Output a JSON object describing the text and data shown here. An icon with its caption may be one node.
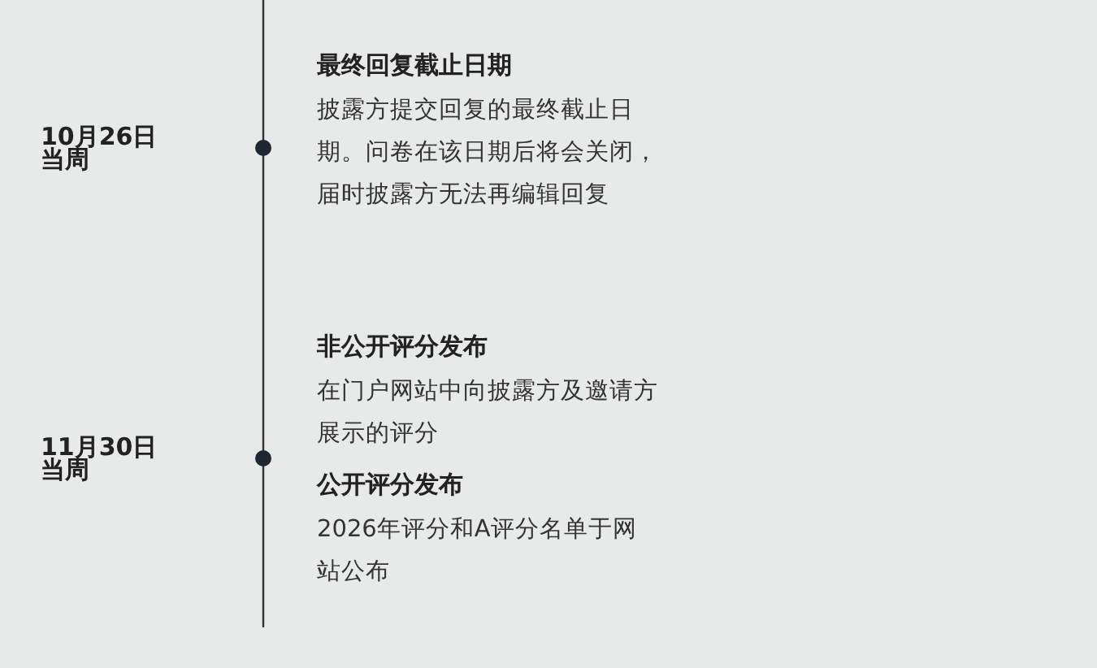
{
  "diagram": {
    "nodes": [
      {
        "text": [
          "最终回复截止日期",
          "披露方提交回复的最终截止日期。问卷在该日期后将会关闭，届时披露方无法再编辑回复"
        ]
      },
      {
        "text": [
          "非公开评分发布",
          "在门户网站中向披露方及邀请方展示的评分"
        ]
      },
      {
        "text": [
          "公开评分发布",
          "2026年评分和A评分名单于网站公布"
        ]
      }
    ],
    "labels": [
      "10月26日当周",
      "11月30日当周"
    ]
  }
}
